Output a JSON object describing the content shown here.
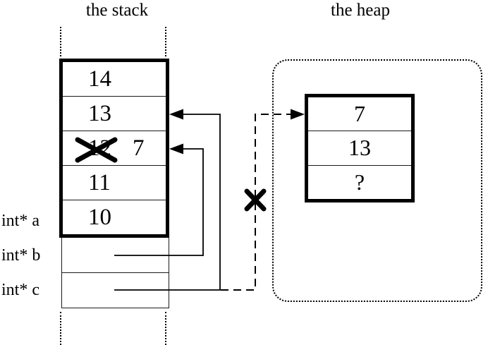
{
  "stack": {
    "title": "the stack",
    "cells": [
      {
        "value": "14"
      },
      {
        "value": "13"
      },
      {
        "old_value": "12",
        "new_value": "7",
        "crossed_out": true
      },
      {
        "value": "11"
      },
      {
        "value": "10"
      }
    ],
    "labels": [
      {
        "text": "int* a"
      },
      {
        "text": "int* b"
      },
      {
        "text": "int* c"
      }
    ]
  },
  "heap": {
    "title": "the heap",
    "cells": [
      {
        "value": "7"
      },
      {
        "value": "13"
      },
      {
        "value": "?"
      }
    ]
  },
  "colors": {
    "line": "#000000",
    "background": "#ffffff"
  }
}
